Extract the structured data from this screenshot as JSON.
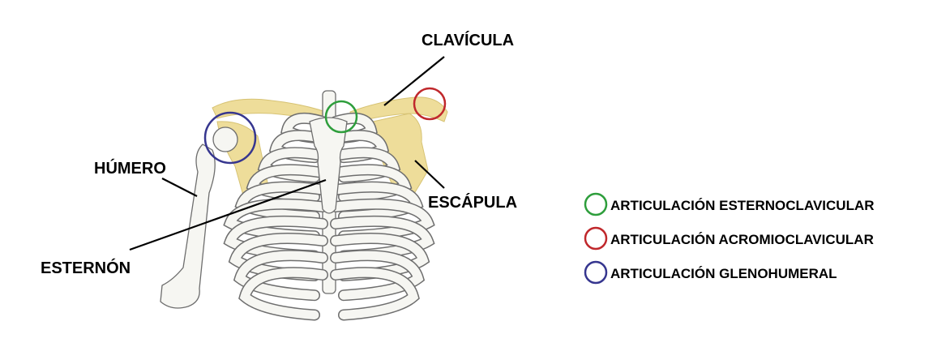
{
  "labels": {
    "clavicula": "CLAVÍCULA",
    "humero": "HÚMERO",
    "escapula": "ESCÁPULA",
    "esternon": "ESTERNÓN"
  },
  "legend": [
    {
      "color": "#2e9e3c",
      "label": "ARTICULACIÓN ESTERNOCLAVICULAR"
    },
    {
      "color": "#c0282c",
      "label": "ARTICULACIÓN ACROMIOCLAVICULAR"
    },
    {
      "color": "#36368f",
      "label": "ARTICULACIÓN GLENOHUMERAL"
    }
  ],
  "colors": {
    "highlight_bone": "#eedd9a",
    "sternoclavicular": "#2e9e3c",
    "acromioclavicular": "#c0282c",
    "glenohumeral": "#36368f"
  }
}
